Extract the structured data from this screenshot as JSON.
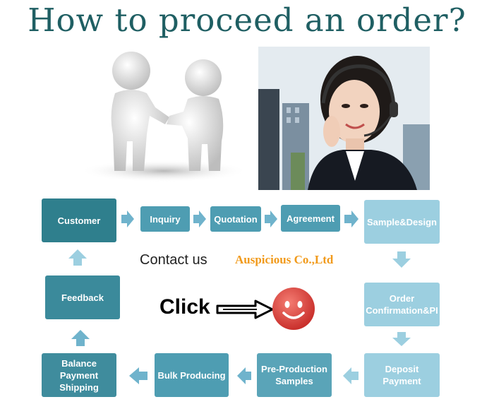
{
  "title": "How to proceed an order?",
  "flow": {
    "customer": "Customer",
    "inquiry": "Inquiry",
    "quotation": "Quotation",
    "agreement": "Agreement",
    "sample_design": "Sample&Design",
    "order_line1": "Order",
    "order_line2": "Confirmation&PI",
    "deposit_line1": "Deposit",
    "deposit_line2": "Payment",
    "preproduction_line1": "Pre-Production",
    "preproduction_line2": "Samples",
    "bulk": "Bulk Producing",
    "balance_line1": "Balance",
    "balance_line2": "Payment",
    "balance_line3": "Shipping",
    "feedback": "Feedback"
  },
  "contact_text": "Contact us",
  "company_name": "Auspicious Co.,Ltd",
  "click_text": "Click",
  "colors": {
    "dark": "#2f7f8d",
    "mid": "#4e9db2",
    "light": "#9ccfe0",
    "arrow": "#6fb3cc",
    "title": "#1f5f63",
    "company": "#f19a1b",
    "smiley": "#e0403c"
  },
  "icons": [
    "handshake-figures-image",
    "support-agent-photo",
    "smiley-face-icon",
    "hollow-arrow-icon"
  ]
}
